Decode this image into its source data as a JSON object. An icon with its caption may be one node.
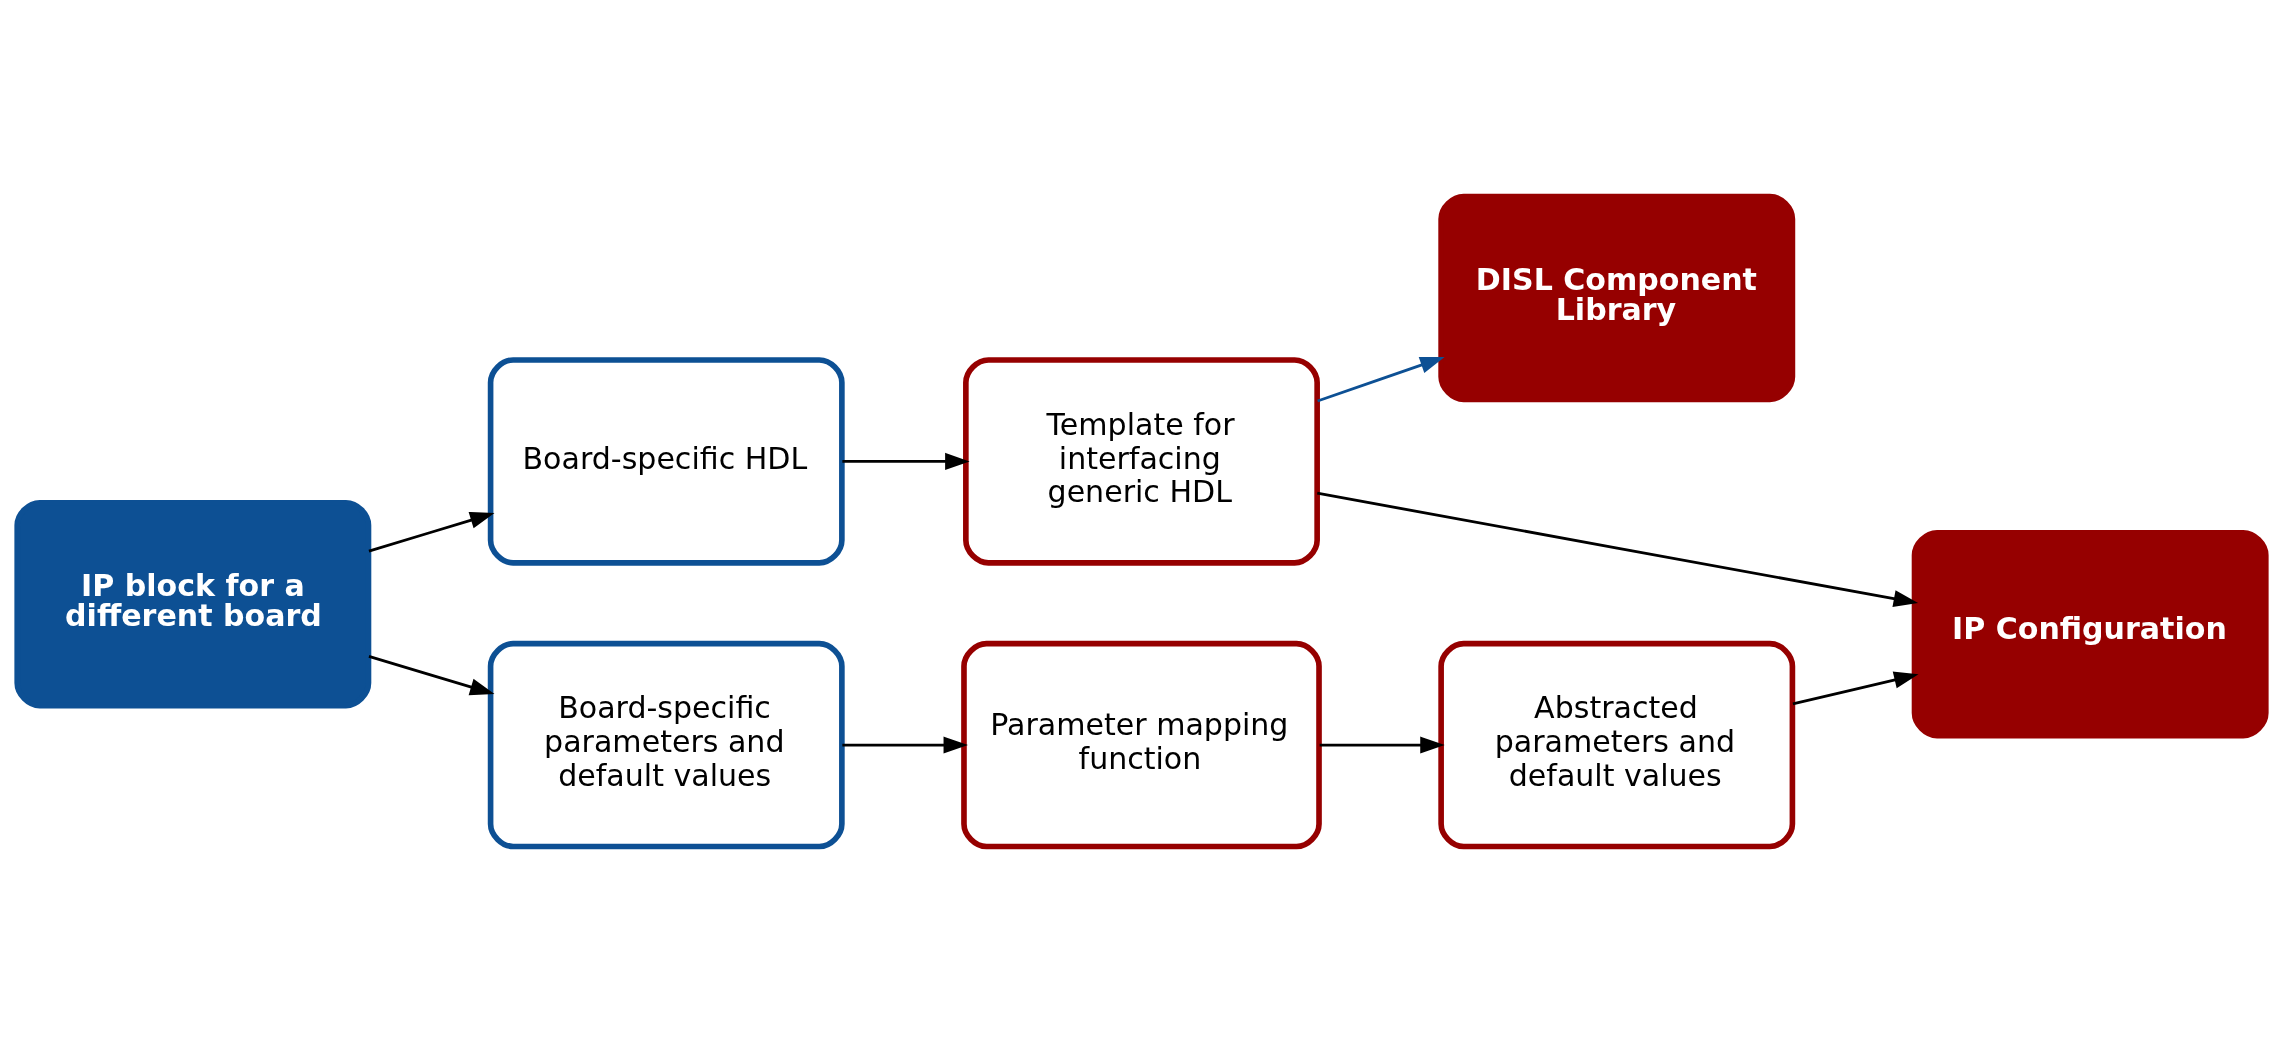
{
  "diagram": {
    "nodes": [
      {
        "text": [
          "IP block for a different board"
        ]
      },
      {
        "text": [
          "Board-specific HDL"
        ]
      },
      {
        "text": [
          "Board-specific parameters and default values"
        ]
      },
      {
        "text": [
          "Template for interfacing generic HDL"
        ]
      },
      {
        "text": [
          "DISL Component Library"
        ]
      },
      {
        "text": [
          "IP Configuration"
        ]
      },
      {
        "text": [
          "Parameter mapping function"
        ]
      },
      {
        "text": [
          "Abstracted parameters and default values"
        ]
      }
    ],
    "edges": [
      {
        "from": 0,
        "to": 1,
        "arrow": "to"
      },
      {
        "from": 0,
        "to": 2,
        "arrow": "to"
      },
      {
        "from": 1,
        "to": 3,
        "arrow": "to"
      },
      {
        "from": 3,
        "to": 4,
        "arrow": "to",
        "color": "#0d5094"
      },
      {
        "from": 3,
        "to": 5,
        "arrow": "to"
      },
      {
        "from": 2,
        "to": 6,
        "arrow": "to"
      },
      {
        "from": 6,
        "to": 7,
        "arrow": "to"
      },
      {
        "from": 7,
        "to": 5,
        "arrow": "to"
      }
    ]
  }
}
